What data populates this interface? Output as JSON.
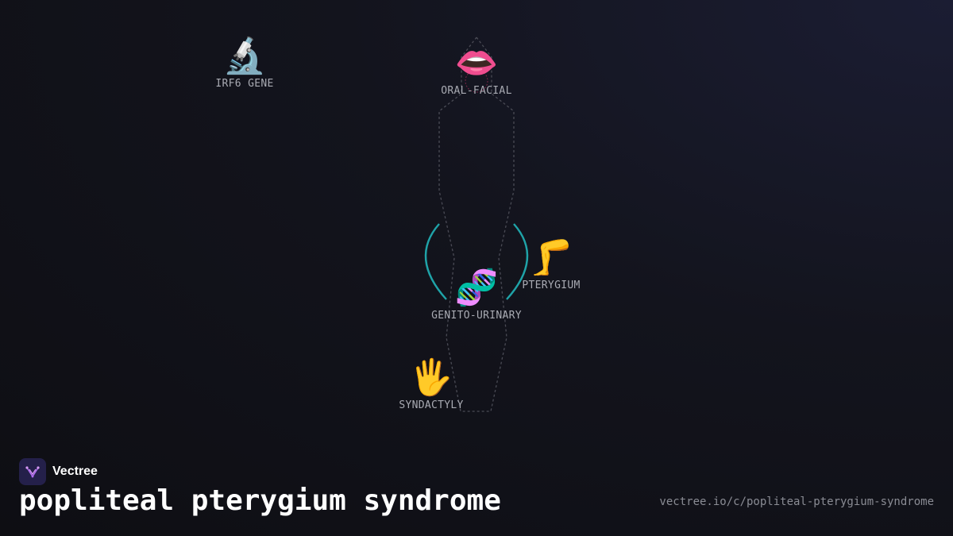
{
  "brand": {
    "name": "Vectree"
  },
  "title": "popliteal pterygium syndrome",
  "url": "vectree.io/c/popliteal-pterygium-syndrome",
  "colors": {
    "background": "#0e0e13",
    "accent_teal": "#1fa3a8",
    "outline": "#4a4b55",
    "brand_purple": "#b06cf0"
  },
  "nodes": [
    {
      "id": "irf6-gene",
      "icon": "microscope-icon",
      "emoji": "🔬",
      "label": "IRF6 GENE"
    },
    {
      "id": "oral-facial",
      "icon": "lips-icon",
      "emoji": "👄",
      "label": "ORAL-FACIAL"
    },
    {
      "id": "pterygium",
      "icon": "leg-icon",
      "emoji": "🦵",
      "label": "PTERYGIUM"
    },
    {
      "id": "genito-urinary",
      "icon": "dna-icon",
      "emoji": "🧬",
      "label": "GENITO-URINARY"
    },
    {
      "id": "syndactyly",
      "icon": "hand-icon",
      "emoji": "🖐️",
      "label": "SYNDACTYLY"
    }
  ]
}
